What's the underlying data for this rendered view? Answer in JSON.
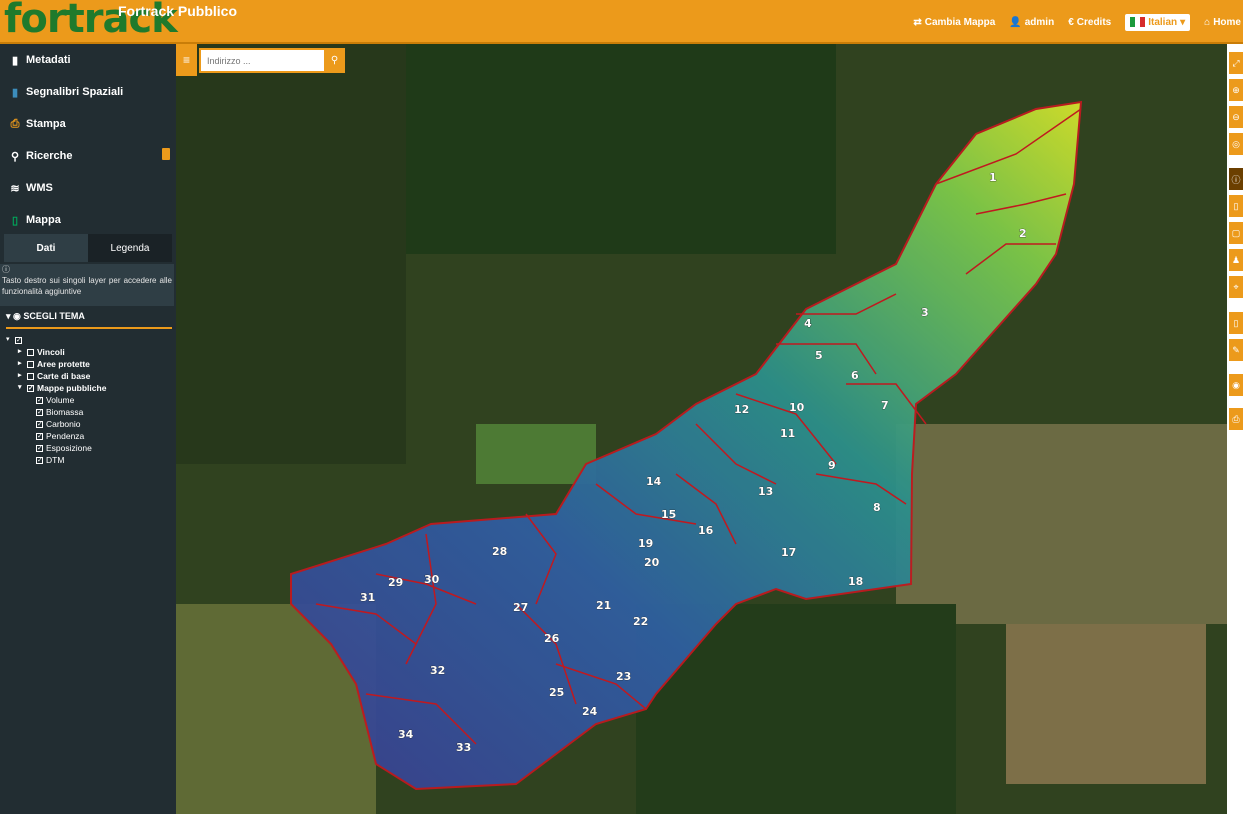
{
  "header": {
    "logo_text": "fortrack",
    "app_title": "Fortrack Pubblico",
    "menu": {
      "cambia_mappa": "Cambia Mappa",
      "admin": "admin",
      "credits": "Credits",
      "language": "Italian",
      "home": "Home"
    }
  },
  "sidebar": {
    "items": [
      {
        "label": "Metadati",
        "icon": "file-icon",
        "color": "#ffffff"
      },
      {
        "label": "Segnalibri Spaziali",
        "icon": "bookmark-icon",
        "color": "#3c8dbc"
      },
      {
        "label": "Stampa",
        "icon": "print-icon",
        "color": "#ec9a1b"
      },
      {
        "label": "Ricerche",
        "icon": "search-icon",
        "color": "#ffffff"
      },
      {
        "label": "WMS",
        "icon": "layers-icon",
        "color": "#ffffff"
      },
      {
        "label": "Mappa",
        "icon": "map-icon",
        "color": "#00a65a"
      }
    ],
    "tabs": {
      "dati": "Dati",
      "legenda": "Legenda"
    },
    "info_text": "Tasto destro sui singoli layer per accedere alle funzionalità aggiuntive",
    "scegli_tema": "SCEGLI TEMA",
    "tree": {
      "groups": [
        "Vincoli",
        "Aree protette",
        "Carte di base"
      ],
      "mappe": "Mappe pubbliche",
      "layers": [
        "Volume",
        "Biomassa",
        "Carbonio",
        "Pendenza",
        "Esposizione",
        "DTM"
      ]
    }
  },
  "map": {
    "search_placeholder": "Indirizzo ...",
    "parcels": [
      "1",
      "2",
      "3",
      "4",
      "5",
      "6",
      "7",
      "8",
      "9",
      "10",
      "11",
      "12",
      "13",
      "14",
      "15",
      "16",
      "17",
      "18",
      "19",
      "20",
      "21",
      "22",
      "23",
      "24",
      "25",
      "26",
      "27",
      "28",
      "29",
      "30",
      "31",
      "32",
      "33",
      "34"
    ]
  },
  "colors": {
    "accent": "#ec9a1b",
    "sidebar_bg": "#222d32",
    "parcel_border": "#c0191f"
  }
}
